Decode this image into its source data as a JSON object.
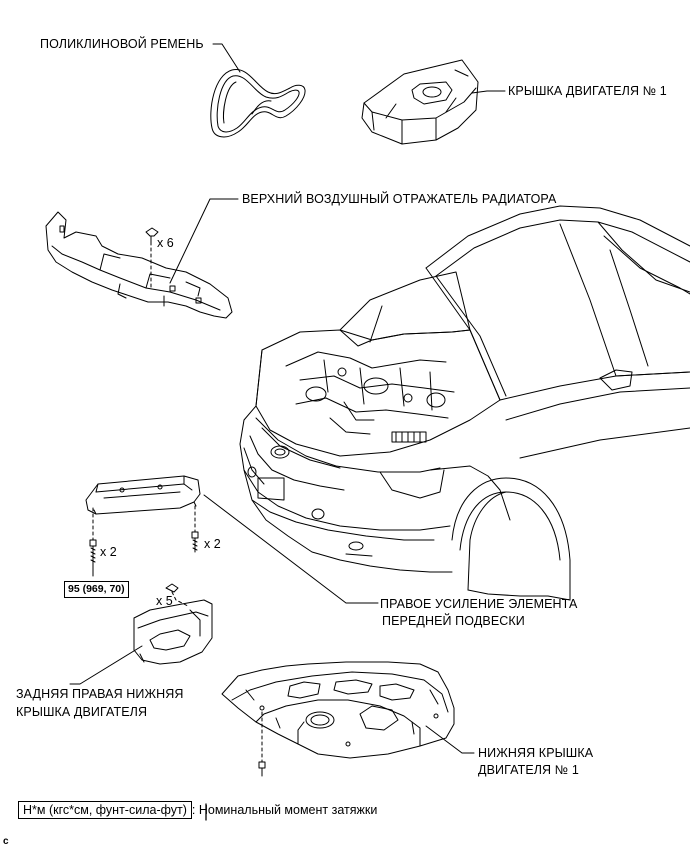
{
  "labels": {
    "poly_v_belt": "ПОЛИКЛИНОВОЙ РЕМЕНЬ",
    "engine_cover_1": "КРЫШКА ДВИГАТЕЛЯ № 1",
    "upper_radiator_air_guide": "ВЕРХНИЙ ВОЗДУШНЫЙ ОТРАЖАТЕЛЬ РАДИАТОРА",
    "rh_front_suspension_reinforcement_line1": "ПРАВОЕ УСИЛЕНИЕ ЭЛЕМЕНТА",
    "rh_front_suspension_reinforcement_line2": "ПЕРЕДНЕЙ ПОДВЕСКИ",
    "rear_rh_engine_under_cover_line1": "ЗАДНЯЯ ПРАВАЯ НИЖНЯЯ",
    "rear_rh_engine_under_cover_line2": "КРЫШКА ДВИГАТЕЛЯ",
    "engine_under_cover_1_line1": "НИЖНЯЯ КРЫШКА",
    "engine_under_cover_1_line2": "ДВИГАТЕЛЯ № 1"
  },
  "quantities": {
    "air_guide_clips": "x 6",
    "reinforcement_bolts_left": "x 2",
    "reinforcement_bolts_right": "x 2",
    "rear_cover_clips": "x 5"
  },
  "torque": {
    "reinforcement_bolt": "95 (969, 70)"
  },
  "legend": {
    "unit_box": "Н*м (кгс*см, фунт-сила-фут)",
    "separator": ":",
    "description": "Номинальный момент затяжки"
  },
  "figure_code": "c"
}
